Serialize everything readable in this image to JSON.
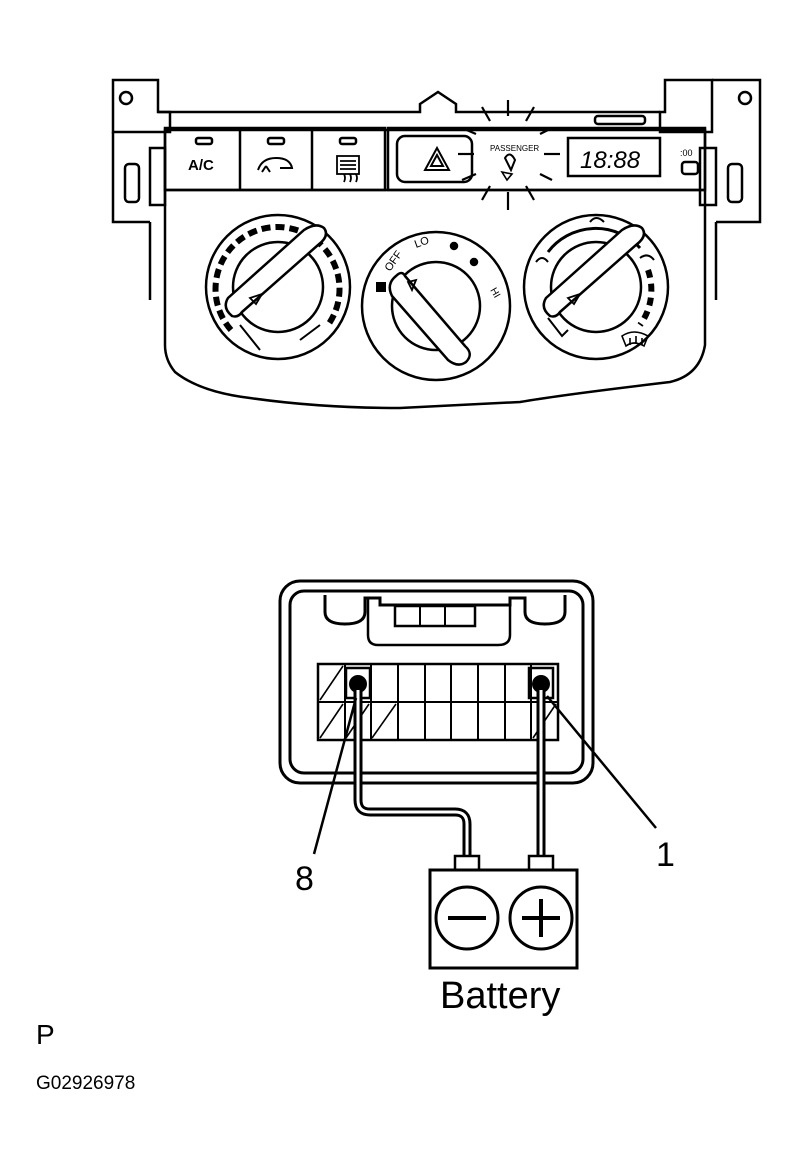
{
  "panel": {
    "ac_button_label": "A/C",
    "recirc_button_icon": "recirculation-icon",
    "rear_defog_button_icon": "rear-defogger-icon",
    "hazard_icon": "hazard-triangle-icon",
    "passenger_label": "PASSENGER",
    "clock_display": "18:88",
    "clock_adjust_label": ":00",
    "fan_off_label": "OFF",
    "fan_lo_label": "LO",
    "fan_hi_label": "HI",
    "temp_knob_icon": "arrow-triangle-icon",
    "mode_defrost_icon": "front-defroster-icon"
  },
  "connector": {
    "pin_left_label": "8",
    "pin_right_label": "1"
  },
  "battery": {
    "label": "Battery",
    "negative_symbol": "−",
    "positive_symbol": "+"
  },
  "footer": {
    "letter": "P",
    "code": "G02926978"
  }
}
